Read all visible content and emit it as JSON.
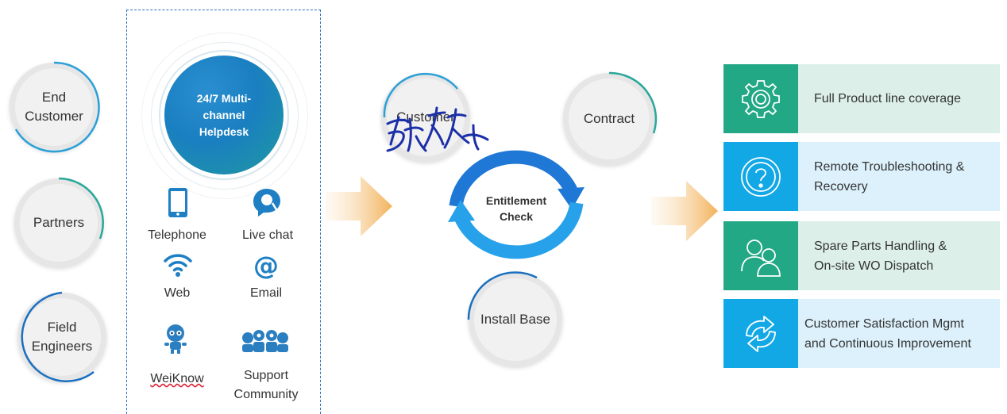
{
  "sources": [
    {
      "id": "end-customer",
      "label_line1": "End",
      "label_line2": "Customer"
    },
    {
      "id": "partners",
      "label_line1": "Partners",
      "label_line2": ""
    },
    {
      "id": "field-engineers",
      "label_line1": "Field",
      "label_line2": "Engineers"
    }
  ],
  "helpdesk": {
    "title_line1": "24/7 Multi-",
    "title_line2": "channel",
    "title_line3": "Helpdesk",
    "channels": [
      {
        "label": "Telephone",
        "icon": "tablet-phone-icon"
      },
      {
        "label": "Live chat",
        "icon": "headset-chat-icon"
      },
      {
        "label": "Web",
        "icon": "wifi-icon"
      },
      {
        "label": "Email",
        "icon": "at-sign-icon"
      },
      {
        "label": "WeiKnow",
        "icon": "robot-mascot-icon"
      },
      {
        "label_line1": "Support",
        "label_line2": "Community",
        "icon": "community-people-icon"
      }
    ]
  },
  "entitlement": {
    "center_line1": "Entitlement",
    "center_line2": "Check",
    "nodes": {
      "customer": "Customer",
      "contract": "Contract",
      "install_base": "Install Base"
    },
    "signature_text": "张森"
  },
  "features": [
    {
      "text_line1": "Full Product line coverage",
      "text_line2": "",
      "icon": "gear-icon",
      "style": "green"
    },
    {
      "text_line1": "Remote Troubleshooting &",
      "text_line2": "Recovery",
      "icon": "question-icon",
      "style": "blue"
    },
    {
      "text_line1": "Spare Parts Handling &",
      "text_line2": "On-site WO Dispatch",
      "icon": "people-icon",
      "style": "green"
    },
    {
      "text_line1": "Customer Satisfaction Mgmt",
      "text_line2": "and Continuous Improvement",
      "icon": "refresh-arrows-icon",
      "style": "blue"
    }
  ],
  "colors": {
    "ring_grey": "#f1f1f1",
    "arc_teal": "#2aa6a0",
    "arc_blue": "#1a6fc0",
    "hub_blue": "#1a7fc0",
    "cycle_blue": "#1e90e6",
    "arrow_orange": "#f2b25a",
    "feature_green": "#22a884",
    "feature_blue": "#12a8e6"
  }
}
